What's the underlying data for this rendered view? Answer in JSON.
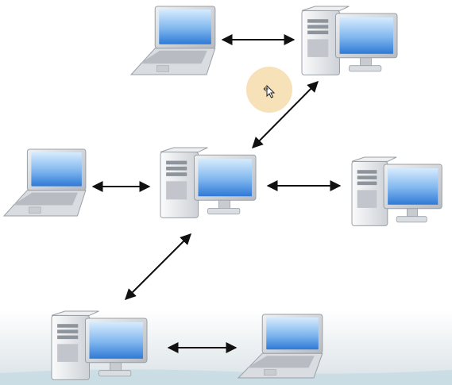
{
  "diagram": {
    "nodes": [
      {
        "id": "laptop-top",
        "kind": "laptop"
      },
      {
        "id": "desktop-top-right",
        "kind": "desktop"
      },
      {
        "id": "laptop-middle-left",
        "kind": "laptop"
      },
      {
        "id": "desktop-center",
        "kind": "desktop"
      },
      {
        "id": "desktop-middle-right",
        "kind": "desktop"
      },
      {
        "id": "desktop-bottom-left",
        "kind": "desktop"
      },
      {
        "id": "laptop-bottom-right",
        "kind": "laptop"
      }
    ],
    "links": [
      {
        "from": "laptop-top",
        "to": "desktop-top-right",
        "arrows": "both"
      },
      {
        "from": "desktop-top-right",
        "to": "desktop-center",
        "arrows": "both"
      },
      {
        "from": "laptop-middle-left",
        "to": "desktop-center",
        "arrows": "both"
      },
      {
        "from": "desktop-center",
        "to": "desktop-middle-right",
        "arrows": "both"
      },
      {
        "from": "desktop-center",
        "to": "desktop-bottom-left",
        "arrows": "both"
      },
      {
        "from": "desktop-bottom-left",
        "to": "laptop-bottom-right",
        "arrows": "both"
      }
    ]
  },
  "cursor": {
    "highlight_color": "#f6deb0",
    "icon": "move-cursor-icon"
  },
  "colors": {
    "screen_top": "#cfe6fb",
    "screen_bottom": "#2f79d6",
    "bezel": "#c8cbd0",
    "body": "#e6e8eb",
    "arrow": "#111111",
    "floor": "#d6dee3"
  }
}
